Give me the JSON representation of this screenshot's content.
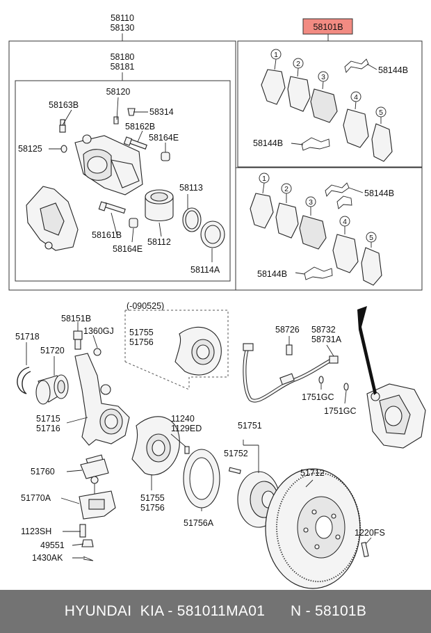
{
  "callouts": {
    "c58110": "58110",
    "c58130": "58130",
    "c58101B_top": "58101B",
    "c58180": "58180",
    "c58181": "58181",
    "c58120": "58120",
    "c58163B": "58163B",
    "c58314": "58314",
    "c58162B": "58162B",
    "c58164E_a": "58164E",
    "c58125": "58125",
    "c58113": "58113",
    "c58161B": "58161B",
    "c58164E_b": "58164E",
    "c58112": "58112",
    "c58114A": "58114A",
    "c58144B_1": "58144B",
    "c58144B_2": "58144B",
    "c58144B_3": "58144B",
    "c58144B_4": "58144B",
    "n1a": "1",
    "n2a": "2",
    "n3a": "3",
    "n4a": "4",
    "n5a": "5",
    "n1b": "1",
    "n2b": "2",
    "n3b": "3",
    "n4b": "4",
    "n5b": "5",
    "c090525": "(-090525)",
    "c58151B": "58151B",
    "c1360GJ": "1360GJ",
    "c51718": "51718",
    "c51720": "51720",
    "c51755_a": "51755",
    "c51756_a": "51756",
    "c58726": "58726",
    "c58732": "58732",
    "c58731A": "58731A",
    "c1751GC_a": "1751GC",
    "c1751GC_b": "1751GC",
    "c51715": "51715",
    "c51716": "51716",
    "c11240": "11240",
    "c1129ED": "1129ED",
    "c51751": "51751",
    "c51752": "51752",
    "c51760": "51760",
    "c51755_b": "51755",
    "c51756_b": "51756",
    "c51770A": "51770A",
    "c51756A": "51756A",
    "c51712": "51712",
    "c1123SH": "1123SH",
    "c1220FS": "1220FS",
    "c49551": "49551",
    "c1430AK": "1430AK"
  },
  "highlight_color": "#f28b82",
  "footer": {
    "text": "HYUNDAI  KIA - 581011MA01      N - 58101B",
    "background": "#737373"
  }
}
